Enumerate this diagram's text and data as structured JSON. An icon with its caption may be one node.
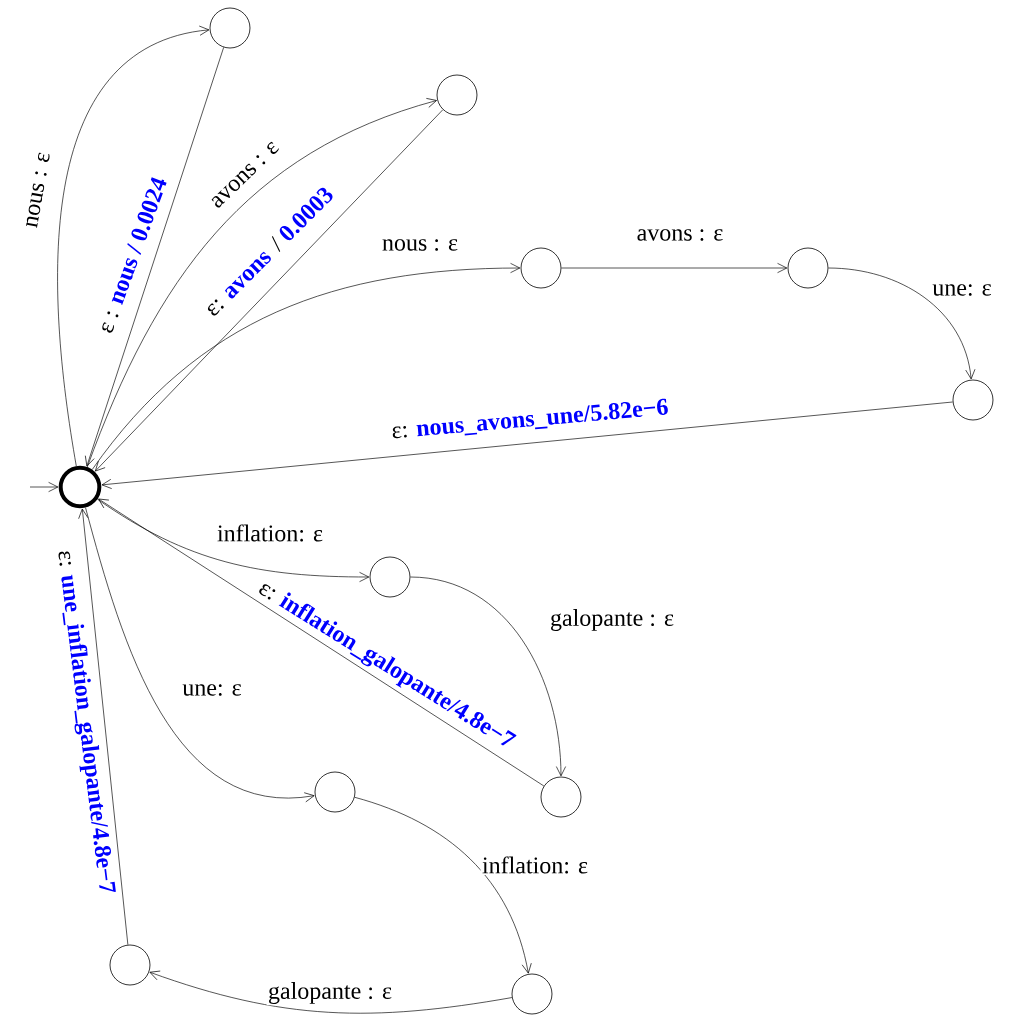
{
  "diagram": {
    "nodes": [
      {
        "text": [],
        "shape": "circle"
      },
      {
        "text": [],
        "shape": "circle"
      },
      {
        "text": [],
        "shape": "circle"
      },
      {
        "text": [],
        "shape": "circle"
      },
      {
        "text": [],
        "shape": "circle"
      },
      {
        "text": [],
        "shape": "circle"
      },
      {
        "text": [],
        "shape": "circle"
      },
      {
        "text": [],
        "shape": "circle"
      },
      {
        "text": [],
        "shape": "circle"
      },
      {
        "text": [],
        "shape": "circle"
      },
      {
        "text": [],
        "shape": "circle"
      }
    ],
    "edges": [
      {
        "from": 0,
        "to": 1,
        "arrow": "to",
        "label": "nous : ε"
      },
      {
        "from": 1,
        "to": 0,
        "arrow": "to",
        "label": "ε : **nous / 0.0024**"
      },
      {
        "from": 0,
        "to": 2,
        "arrow": "to",
        "label": "avons : ε"
      },
      {
        "from": 2,
        "to": 0,
        "arrow": "to",
        "label": "ε: **avons**/ **0.0003**"
      },
      {
        "from": 0,
        "to": 3,
        "arrow": "to",
        "label": "nous : ε"
      },
      {
        "from": 3,
        "to": 4,
        "arrow": "to",
        "label": "avons : ε"
      },
      {
        "from": 4,
        "to": 5,
        "arrow": "to",
        "label": "une: ε"
      },
      {
        "from": 5,
        "to": 0,
        "arrow": "to",
        "label": "ε: **nous_avons_une/5.82e−6**"
      },
      {
        "from": 0,
        "to": 6,
        "arrow": "to",
        "label": "inflation: ε"
      },
      {
        "from": 6,
        "to": 7,
        "arrow": "to",
        "label": "galopante : ε"
      },
      {
        "from": 7,
        "to": 0,
        "arrow": "to",
        "label": "ε: **inflation_galopante/4.8e−7**"
      },
      {
        "from": 0,
        "to": 8,
        "arrow": "to",
        "label": "une: ε"
      },
      {
        "from": 8,
        "to": 9,
        "arrow": "to",
        "label": "inflation: ε"
      },
      {
        "from": 9,
        "to": 10,
        "arrow": "to",
        "label": "galopante : ε"
      },
      {
        "from": 10,
        "to": 0,
        "arrow": "to",
        "label": "ε: **une_inflation_galopante/4.8e−7**"
      },
      {
        "from": null,
        "to": 0,
        "arrow": "to"
      }
    ]
  }
}
